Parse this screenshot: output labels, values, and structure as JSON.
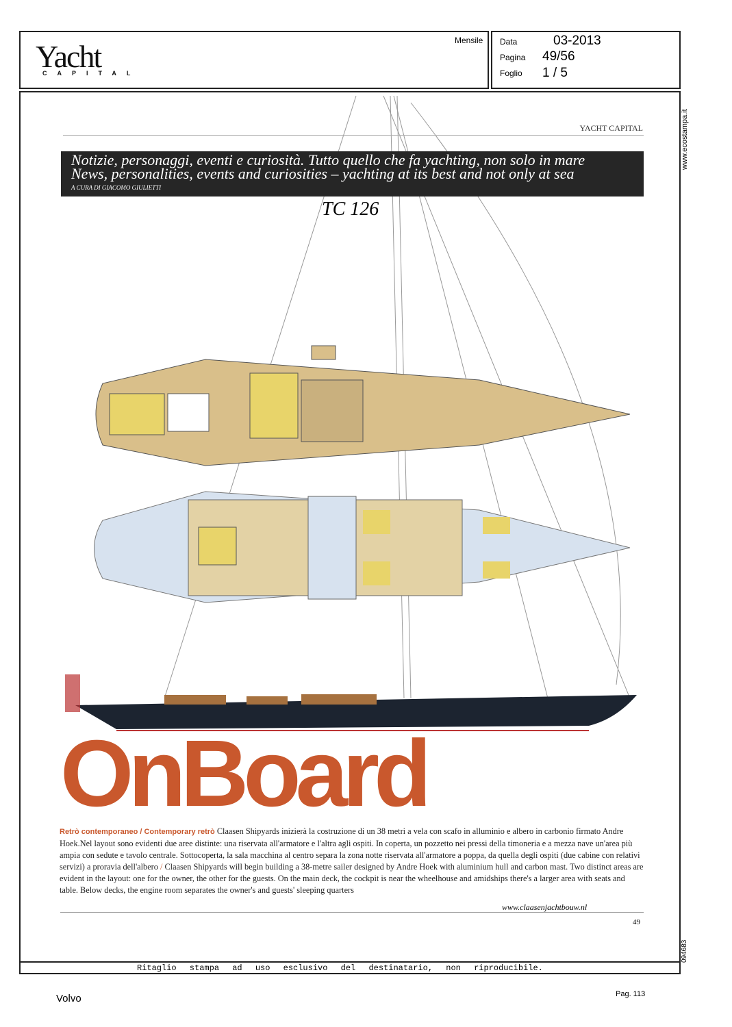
{
  "header": {
    "logo": "Yacht",
    "logo_sub": "CAPITAL",
    "frequency": "Mensile",
    "meta": [
      {
        "label": "Data",
        "value": "03-2013"
      },
      {
        "label": "Pagina",
        "value": "49/56"
      },
      {
        "label": "Foglio",
        "value": "1 / 5"
      }
    ]
  },
  "side": {
    "url": "www.ecostampa.it",
    "code": "094683"
  },
  "article": {
    "section": "YACHT CAPITAL",
    "banner_it": "Notizie, personaggi, eventi e curiosità. Tutto quello che fa yachting, non solo in mare",
    "banner_en": "News, personalities, events and curiosities – yachting at its best and not only at sea",
    "byline": "A CURA DI GIACOMO GIULIETTI",
    "drawing_label": "TC 126",
    "title": "OnBoard",
    "kicker": "Retrò contemporaneo / Contemporary retrò",
    "body_it": "Claasen Shipyards inizierà la costruzione di un 38 metri a vela con scafo in alluminio e albero in carbonio firmato Andre Hoek.Nel layout sono evidenti due aree distinte: una riservata all'armatore e l'altra agli ospiti. In coperta, un pozzetto nei pressi della timoneria e a mezza nave un'area più ampia con sedute e tavolo centrale. Sottocoperta, la sala macchina al centro separa la zona notte riservata all'armatore a poppa, da quella degli ospiti (due cabine con relativi servizi) a proravia dell'albero",
    "body_en": "Claasen Shipyards will begin building a 38-metre sailer designed by Andre Hoek with aluminium hull and carbon mast. Two distinct areas are evident in the layout: one for the owner, the other for the guests. On the main deck, the cockpit is near the wheelhouse and amidships there's a larger area with seats and table. Below decks, the engine room separates the  owner's and guests' sleeping quarters",
    "url": "www.claasenjachtbouw.nl",
    "page_number": "49"
  },
  "footer": {
    "notice": "Ritaglio stampa ad uso esclusivo del destinatario, non riproducibile.",
    "client": "Volvo",
    "page": "Pag. 113"
  }
}
